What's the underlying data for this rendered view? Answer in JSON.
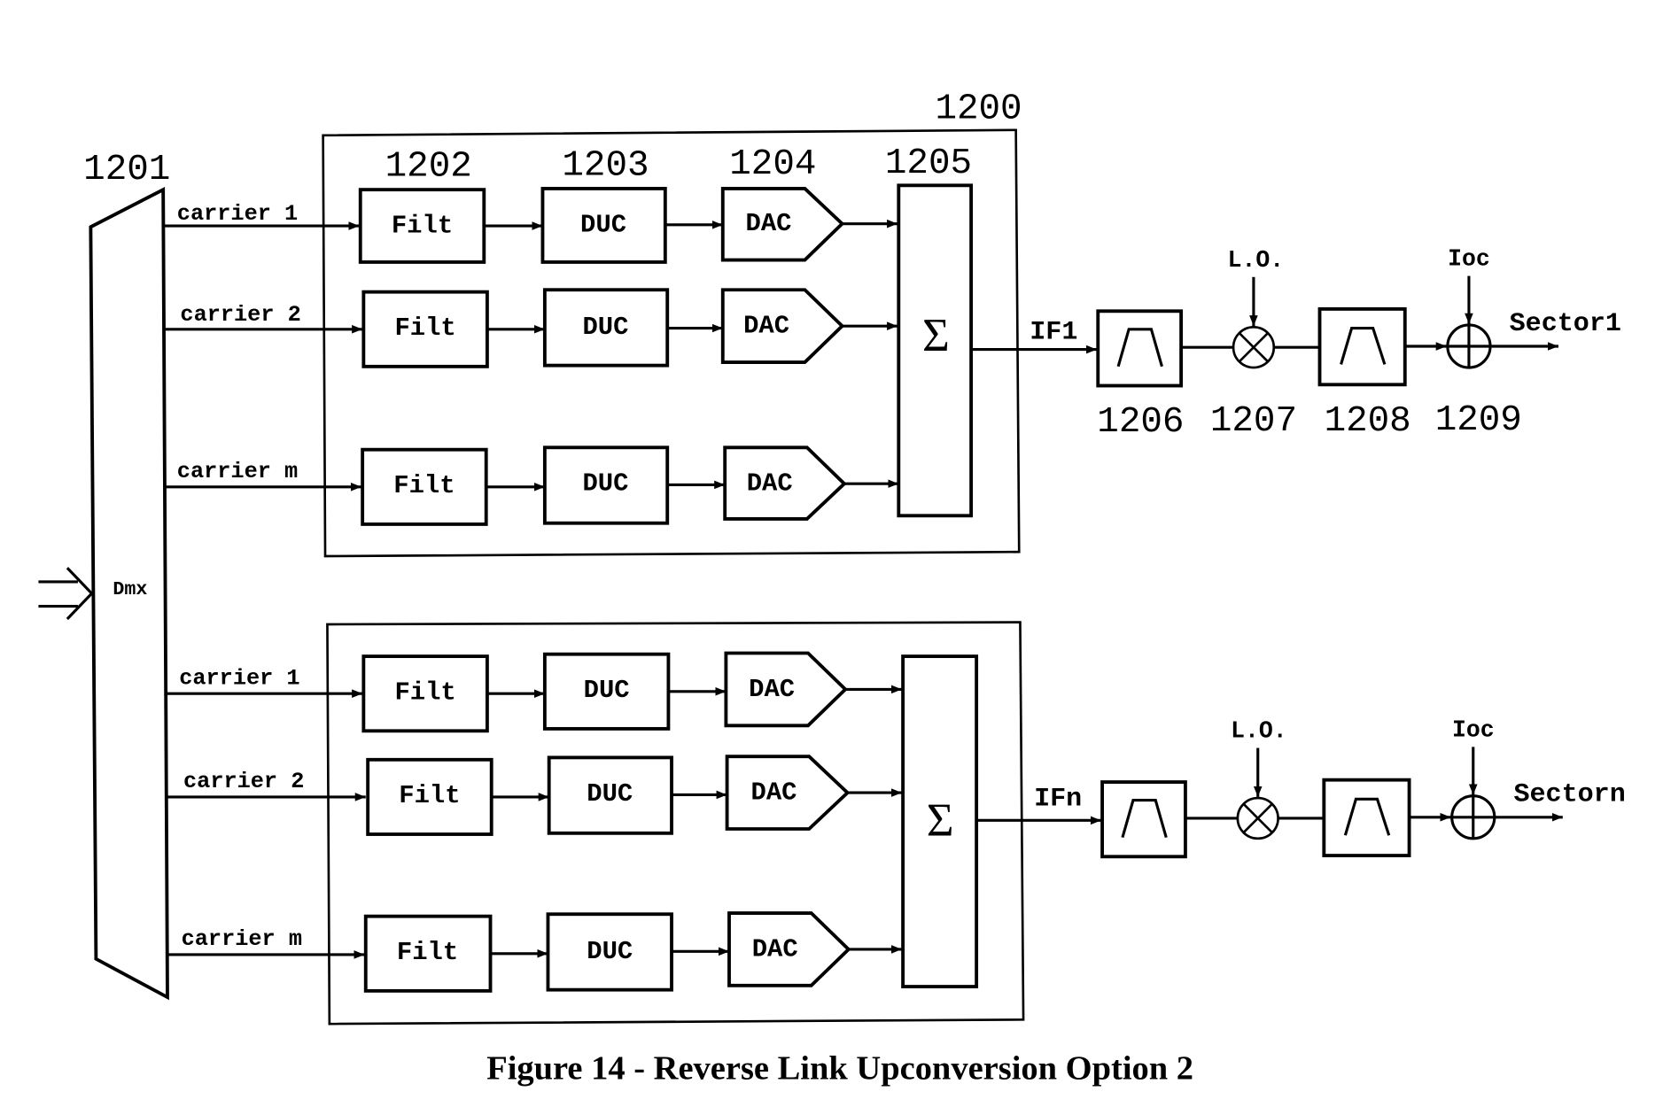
{
  "ref_labels": {
    "r1200": "1200",
    "r1201": "1201",
    "r1202": "1202",
    "r1203": "1203",
    "r1204": "1204",
    "r1205": "1205",
    "r1206": "1206",
    "r1207": "1207",
    "r1208": "1208",
    "r1209": "1209"
  },
  "demux_label": "Dmx",
  "block_labels": {
    "filter": "Filt",
    "duc": "DUC",
    "dac": "DAC",
    "sum": "Σ"
  },
  "sectors": [
    {
      "carriers": [
        "carrier 1",
        "carrier 2",
        "carrier m"
      ],
      "if_label": "IF1",
      "lo_label": "L.O.",
      "ioc_label": "Ioc",
      "output_label": "Sector1"
    },
    {
      "carriers": [
        "carrier 1",
        "carrier 2",
        "carrier m"
      ],
      "if_label": "IFn",
      "lo_label": "L.O.",
      "ioc_label": "Ioc",
      "output_label": "Sectorn"
    }
  ],
  "caption": "Figure 14 - Reverse Link Upconversion Option 2"
}
